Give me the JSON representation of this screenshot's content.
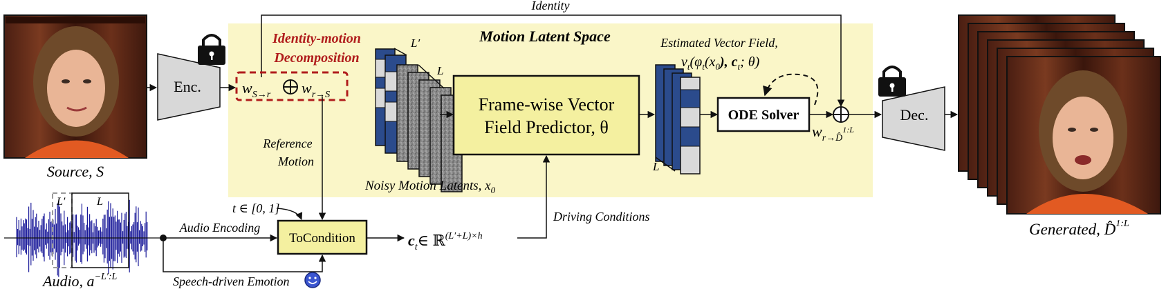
{
  "labels": {
    "identity": "Identity",
    "motion_space": "Motion Latent Space",
    "decomp_line1": "Identity-motion",
    "decomp_line2": "Decomposition",
    "enc": "Enc.",
    "dec": "Dec.",
    "w_s_r": "w",
    "w_s_r_sub": "S→r",
    "oplus": "⊕",
    "w_r_s": "w",
    "w_r_s_sub": "r→S",
    "L_prime": "L′",
    "L": "L",
    "noisy": "Noisy Motion Latents, x",
    "noisy_sub": "0",
    "fvp_line1": "Frame-wise Vector",
    "fvp_line2": "Field Predictor, θ",
    "est_line1": "Estimated Vector Field,",
    "est_line2": "v",
    "est_line2_rest": "(φ",
    "est_line2_rest2": "(x",
    "est_line2_rest3": "), c",
    "est_line2_rest4": "; θ)",
    "ode": "ODE Solver",
    "w_out": "w",
    "w_out_sub": "r→D̂",
    "w_out_sup": "1:L",
    "source": "Source, S",
    "generated": "Generated, D̂",
    "generated_sup": "1:L",
    "ref_line1": "Reference",
    "ref_line2": "Motion",
    "t_range": "t ∈ [0, 1]",
    "audio_encoding": "Audio Encoding",
    "tocondition": "ToCondition",
    "ct": "c",
    "ct_sub": "t",
    "ct_space": "∈ ℝ",
    "ct_sup": "(L′+L)×h",
    "driving": "Driving Conditions",
    "speech": "Speech-driven Emotion",
    "audio": "Audio, a",
    "audio_sup": "−L′:L"
  },
  "colors": {
    "motion_bg": "#faf6c8",
    "fvp_fill": "#f4f0a0",
    "decomp_red": "#b01c1c",
    "latent_blue": "#2b4b8c",
    "latent_gray": "#d9d9d9",
    "noise_gray": "#8c8c8c",
    "enc_gray": "#d8d8d8",
    "waveform": "#1a1a9a",
    "frame_brown": "#5a2a1a"
  },
  "icons": [
    "lock-icon",
    "smiley-icon",
    "oplus-icon"
  ]
}
